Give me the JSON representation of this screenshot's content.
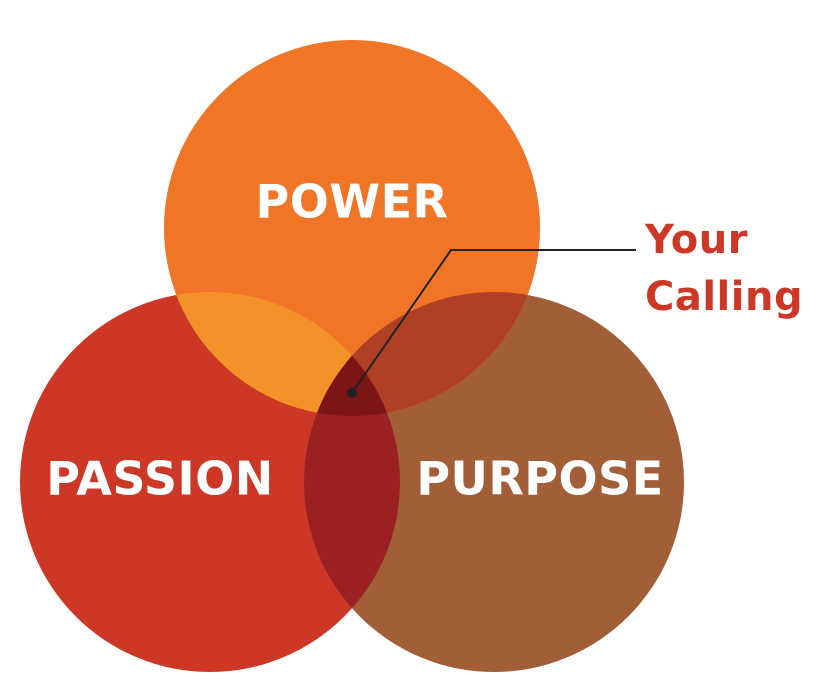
{
  "circles": {
    "power": {
      "label": "POWER",
      "color": "#F07526"
    },
    "passion": {
      "label": "PASSION",
      "color": "#CC3726"
    },
    "purpose": {
      "label": "PURPOSE",
      "color": "#A25E37"
    }
  },
  "overlaps": {
    "power_passion": "#F4922A",
    "power_purpose": "#AF4026",
    "passion_purpose": "#9A2021",
    "center": "#7D1516"
  },
  "callout": {
    "line1": "Your",
    "line2": "Calling",
    "color": "#CC3726",
    "line_color": "#222222"
  }
}
